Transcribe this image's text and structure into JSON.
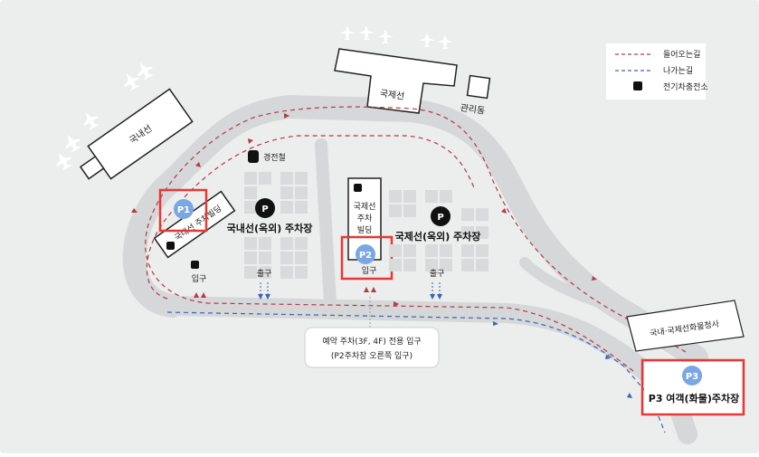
{
  "legend": {
    "incoming": "들어오는길",
    "outgoing": "나가는길",
    "ev_charging": "전기차충전소"
  },
  "buildings": {
    "domestic_terminal": "국내선",
    "international_terminal": "국제선",
    "admin_building": "관리동",
    "cargo_office": "국내·국제선화물청사"
  },
  "transit": {
    "light_rail": "경전철"
  },
  "parking": {
    "p1": {
      "badge": "P1",
      "name": "국내선 주차빌딩"
    },
    "domestic_outdoor": {
      "badge": "P",
      "name": "국내선(옥외) 주차장"
    },
    "international_building": {
      "line1": "국제선",
      "line2": "주차",
      "line3": "빌딩"
    },
    "p2": {
      "badge": "P2"
    },
    "international_outdoor": {
      "badge": "P",
      "name": "국제선(옥외) 주차장"
    },
    "p3": {
      "badge": "P3",
      "name": "P3 여객(화물)주차장"
    }
  },
  "gates": {
    "entrance_1": "입구",
    "exit_1": "출구",
    "entrance_2": "입구",
    "exit_2": "출구"
  },
  "callout": {
    "line1": "예약 주차(3F, 4F) 전용 입구",
    "line2": "(P2주차장 오른쪽 입구)"
  },
  "colors": {
    "road": "#d5d7d9",
    "background": "#eceded",
    "incoming": "#b33a4a",
    "outgoing": "#3d64b0",
    "badge_blue": "#7aa7e4",
    "highlight": "#e53935"
  }
}
